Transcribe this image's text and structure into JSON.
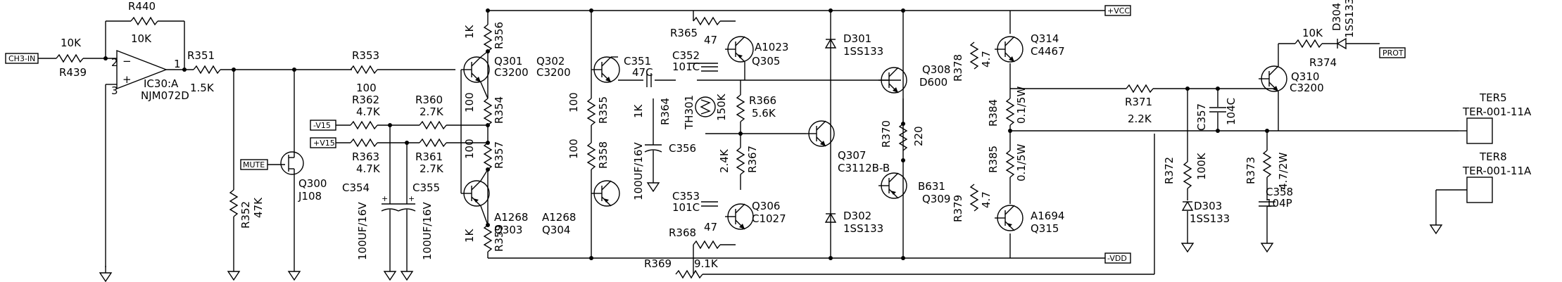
{
  "diagram": {
    "ports": {
      "ch3_in": "CH3-IN",
      "mute": "MUTE",
      "vneg15": "-V15",
      "vpos15": "+V15",
      "vcc": "+VCC",
      "vdd": "-VDD",
      "prot": "PROT"
    },
    "opamp": {
      "ref": "IC30:A",
      "part": "NJM072D",
      "pin_in_neg": "2",
      "pin_in_pos": "3",
      "pin_out": "1"
    },
    "resistors": {
      "r439": {
        "ref": "R439",
        "value": "10K"
      },
      "r440": {
        "ref": "R440",
        "value": "10K"
      },
      "r351": {
        "ref": "R351",
        "value": "1.5K"
      },
      "r352": {
        "ref": "R352",
        "value": "47K"
      },
      "r353": {
        "ref": "R353",
        "value": "100"
      },
      "r362": {
        "ref": "R362",
        "value": "4.7K"
      },
      "r363": {
        "ref": "R363",
        "value": "4.7K"
      },
      "r360": {
        "ref": "R360",
        "value": "2.7K"
      },
      "r361": {
        "ref": "R361",
        "value": "2.7K"
      },
      "r356": {
        "ref": "R356",
        "value": "1K"
      },
      "r354": {
        "ref": "R354",
        "value": "100"
      },
      "r355": {
        "ref": "R355",
        "value": "100"
      },
      "r357": {
        "ref": "R357",
        "value": "100"
      },
      "r358": {
        "ref": "R358",
        "value": "100"
      },
      "r359": {
        "ref": "R359",
        "value": "1K"
      },
      "r364": {
        "ref": "R364",
        "value": "1K"
      },
      "r365": {
        "ref": "R365",
        "value": "47"
      },
      "r366": {
        "ref": "R366",
        "value": "5.6K"
      },
      "r367": {
        "ref": "R367",
        "value": "2.4K"
      },
      "r368": {
        "ref": "R368",
        "value": "47"
      },
      "r369": {
        "ref": "R369",
        "value": "9.1K"
      },
      "r370": {
        "ref": "R370",
        "value": "220"
      },
      "r378": {
        "ref": "R378",
        "value": "4.7"
      },
      "r379": {
        "ref": "R379",
        "value": "4.7"
      },
      "r384": {
        "ref": "R384",
        "value": "0.1/5W"
      },
      "r385": {
        "ref": "R385",
        "value": "0.1/5W"
      },
      "r371": {
        "ref": "R371",
        "value": "2.2K"
      },
      "r372": {
        "ref": "R372",
        "value": "100K"
      },
      "r373": {
        "ref": "R373",
        "value": "4.7/2W"
      },
      "r374": {
        "ref": "R374",
        "value": "10K"
      }
    },
    "capacitors": {
      "c354": {
        "ref": "C354",
        "value": "100UF/16V"
      },
      "c355": {
        "ref": "C355",
        "value": "100UF/16V"
      },
      "c351": {
        "ref": "C351",
        "value": "47C"
      },
      "c352": {
        "ref": "C352",
        "value": "101C"
      },
      "c353": {
        "ref": "C353",
        "value": "101C"
      },
      "c356": {
        "ref": "C356",
        "value": "100UF/16V"
      },
      "c357": {
        "ref": "C357",
        "value": "104C"
      },
      "c358": {
        "ref": "C358",
        "value": "104P"
      }
    },
    "transistors": {
      "q300": {
        "ref": "Q300",
        "part": "J108"
      },
      "q301": {
        "ref": "Q301",
        "part": "C3200"
      },
      "q302": {
        "ref": "Q302",
        "part": "C3200"
      },
      "q303": {
        "ref": "Q303",
        "part": "A1268"
      },
      "q304": {
        "ref": "Q304",
        "part": "A1268"
      },
      "q305": {
        "ref": "Q305",
        "part": "A1023"
      },
      "q306": {
        "ref": "Q306",
        "part": "C1027"
      },
      "q307": {
        "ref": "Q307",
        "part": "C3112B-B"
      },
      "q308": {
        "ref": "Q308",
        "part": "D600"
      },
      "q309": {
        "ref": "Q309",
        "part": "B631"
      },
      "q310": {
        "ref": "Q310",
        "part": "C3200"
      },
      "q314": {
        "ref": "Q314",
        "part": "C4467"
      },
      "q315": {
        "ref": "Q315",
        "part": "A1694"
      }
    },
    "diodes": {
      "d301": {
        "ref": "D301",
        "part": "1SS133"
      },
      "d302": {
        "ref": "D302",
        "part": "1SS133"
      },
      "d303": {
        "ref": "D303",
        "part": "1SS133"
      },
      "d304": {
        "ref": "D304",
        "part": "1SS133"
      }
    },
    "thermistor": {
      "ref": "TH301",
      "value": "150K"
    },
    "terminals": {
      "ter5": {
        "ref": "TER5",
        "part": "TER-001-11A"
      },
      "ter8": {
        "ref": "TER8",
        "part": "TER-001-11A"
      }
    }
  }
}
